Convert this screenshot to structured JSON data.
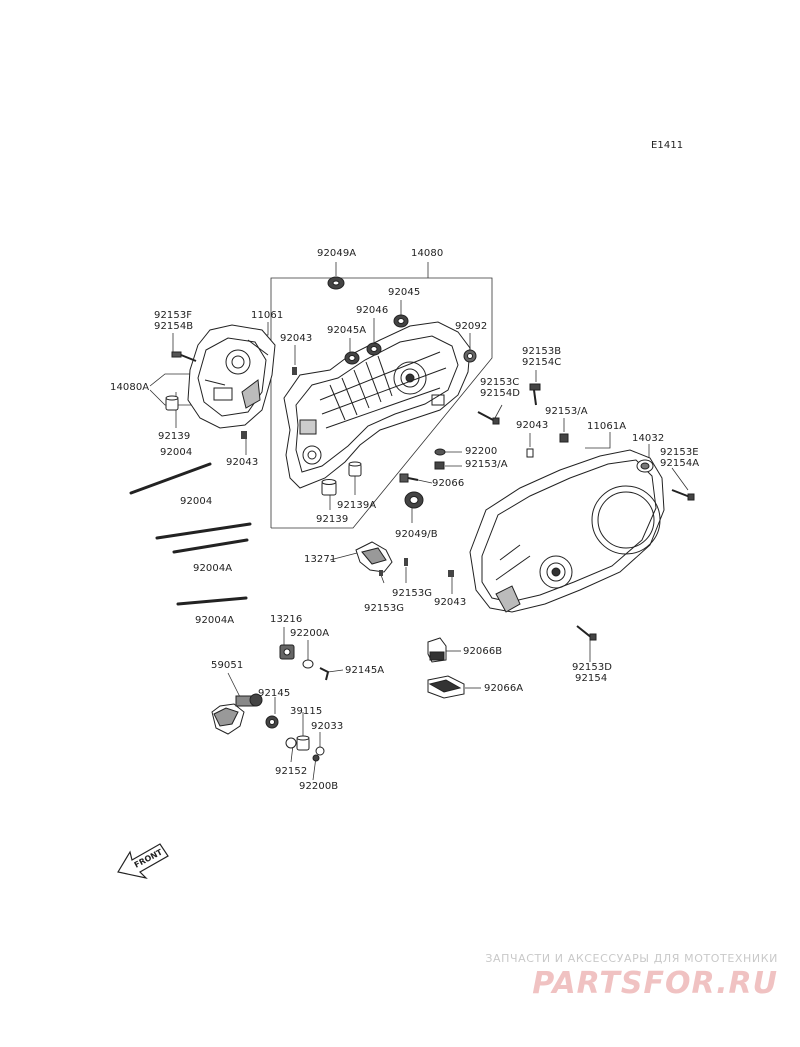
{
  "diagram_code": "E1411",
  "front_label": "FRONT",
  "labels": {
    "l92049A": "92049A",
    "l14080": "14080",
    "l92045": "92045",
    "l92046": "92046",
    "l92045A": "92045A",
    "l92092": "92092",
    "l92153F": "92153F",
    "l92154B": "92154B",
    "l11061": "11061",
    "l92043a": "92043",
    "l14080A": "14080A",
    "l92139a": "92139",
    "l92004a": "92004",
    "l92043b": "92043",
    "l92153B": "92153B",
    "l92154C": "92154C",
    "l92153C": "92153C",
    "l92154D": "92154D",
    "l92153A": "92153/A",
    "l92043c": "92043",
    "l11061A": "11061A",
    "l14032": "14032",
    "l92153E": "92153E",
    "l92154A": "92154A",
    "l92200": "92200",
    "l92153Aslash": "92153/A",
    "l92066": "92066",
    "l92139A": "92139A",
    "l92139b": "92139",
    "l92049B": "92049/B",
    "l92004b": "92004",
    "l92004A1": "92004A",
    "l92004A2": "92004A",
    "l13271": "13271",
    "l92153G1": "92153G",
    "l92153G2": "92153G",
    "l92043d": "92043",
    "l13216": "13216",
    "l92200A": "92200A",
    "l92145A": "92145A",
    "l59051": "59051",
    "l92145": "92145",
    "l39115": "39115",
    "l92033": "92033",
    "l92152": "92152",
    "l92200B": "92200B",
    "l92066B": "92066B",
    "l92066A": "92066A",
    "l92153D": "92153D",
    "l92154": "92154"
  },
  "watermark": {
    "caption": "ЗАПЧАСТИ И АКСЕССУАРЫ ДЛЯ МОТОТЕХНИКИ",
    "logo": "PARTSFOR.RU"
  }
}
